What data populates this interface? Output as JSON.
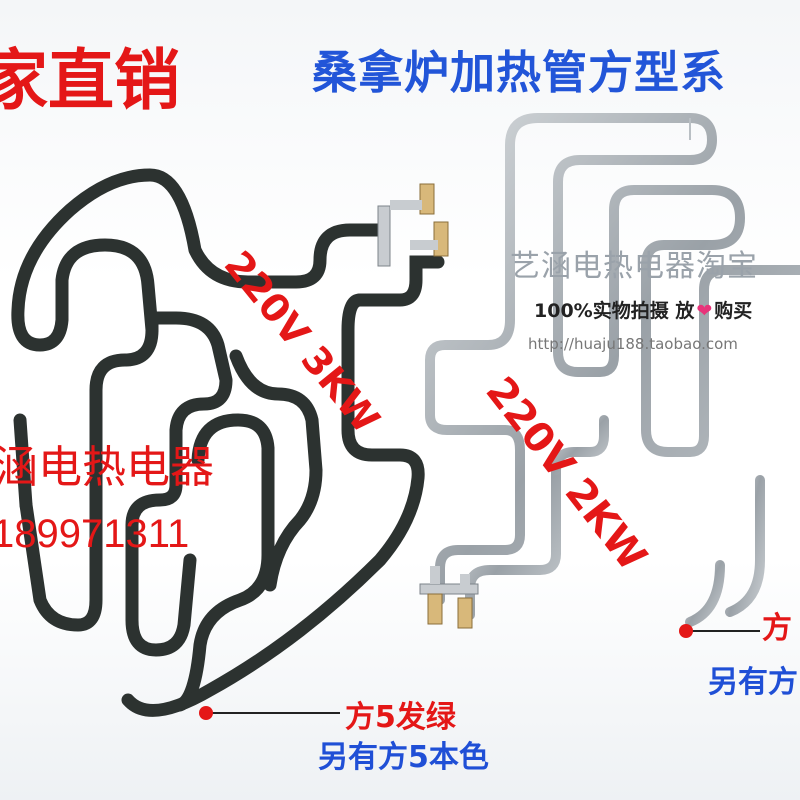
{
  "header": {
    "left_text": "家直销",
    "right_text": "桑拿炉加热管方型系"
  },
  "watermark": {
    "title": "艺涵电热电器淘宝",
    "photo_note_before": "100%实物拍摄 放",
    "heart_glyph": "❤",
    "photo_note_after": "购买",
    "url": "http://huaju188.taobao.com"
  },
  "company": {
    "name": "涵电热电器",
    "phone": "189971311"
  },
  "heaters": {
    "left_spec": "220V 3KW",
    "right_spec": "220V 2KW"
  },
  "callouts": {
    "left_red": "方5发绿",
    "left_blue": "另有方5本色",
    "right_red": "方",
    "right_blue": "另有方"
  },
  "colors": {
    "red": "#e41717",
    "blue": "#1f4fd6",
    "header_blue": "#2255d8",
    "dark_tube": "#2c3230",
    "steel_tube": "#a9b0b6",
    "watermark_gray": "#9aa2aa"
  }
}
